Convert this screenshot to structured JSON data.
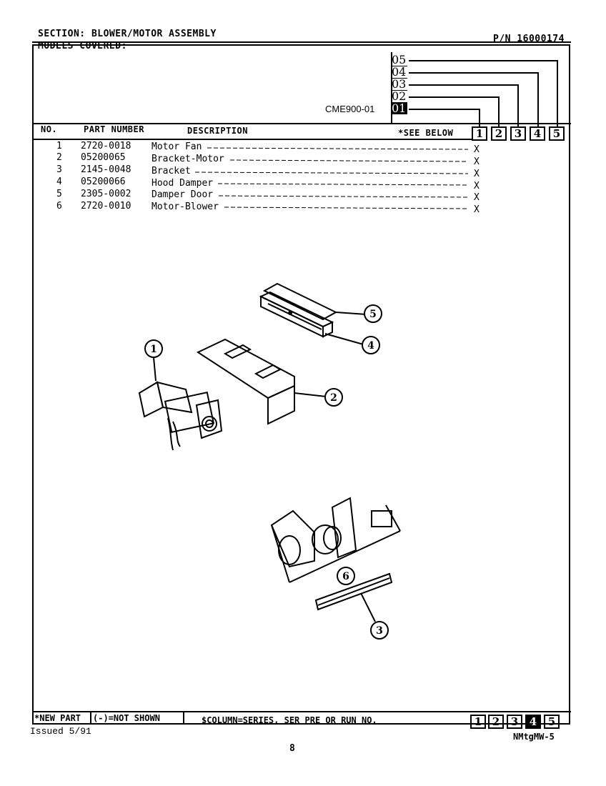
{
  "header": {
    "section": "SECTION: BLOWER/MOTOR ASSEMBLY",
    "part_number": "P/N 16000174",
    "models_covered_label": "MODELS COVERED:",
    "model": "CME900-01"
  },
  "series_codes": [
    "05",
    "04",
    "03",
    "02",
    "01"
  ],
  "table": {
    "columns": [
      "NO.",
      "PART NUMBER",
      "DESCRIPTION",
      "*SEE BELOW"
    ],
    "series_columns": [
      "1",
      "2",
      "3",
      "4",
      "5"
    ],
    "rows": [
      {
        "no": "1",
        "part": "2720-0018",
        "desc": "Motor Fan",
        "mark": "X"
      },
      {
        "no": "2",
        "part": "05200065",
        "desc": "Bracket-Motor",
        "mark": "X"
      },
      {
        "no": "3",
        "part": "2145-0048",
        "desc": "Bracket",
        "mark": "X"
      },
      {
        "no": "4",
        "part": "05200066",
        "desc": "Hood Damper",
        "mark": "X"
      },
      {
        "no": "5",
        "part": "2305-0002",
        "desc": "Damper Door",
        "mark": "X"
      },
      {
        "no": "6",
        "part": "2720-0010",
        "desc": "Motor-Blower",
        "mark": "X"
      }
    ]
  },
  "callouts": [
    "1",
    "2",
    "3",
    "4",
    "5",
    "6"
  ],
  "footer": {
    "new_part": "*NEW PART",
    "not_shown": "(-)=NOT SHOWN",
    "column_note": "$COLUMN=SERIES, SER PRE OR RUN NO.",
    "series": [
      "1",
      "2",
      "3",
      "4",
      "5"
    ],
    "issued": "Issued 5/91",
    "code": "NMtgMW-5",
    "page": "8"
  }
}
